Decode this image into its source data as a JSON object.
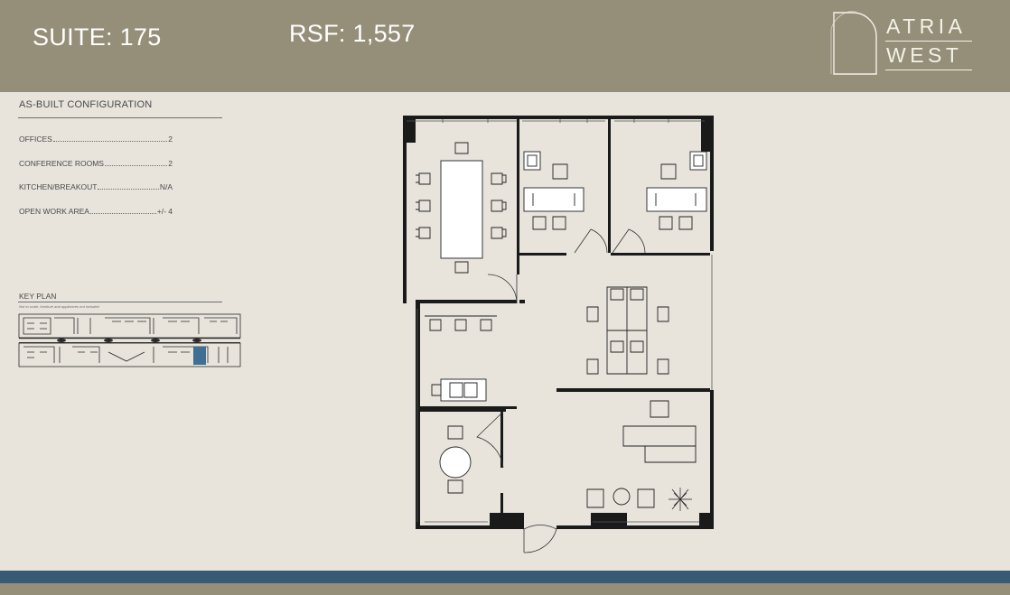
{
  "header": {
    "suite_label": "SUITE: 175",
    "rsf_label": "RSF: 1,557",
    "logo": {
      "line1": "ATRIA",
      "line2": "WEST",
      "icon": "atria-arch-logo-icon"
    }
  },
  "config": {
    "heading": "AS-BUILT CONFIGURATION",
    "rows": [
      {
        "label": "OFFICES",
        "value": "2"
      },
      {
        "label": "CONFERENCE ROOMS",
        "value": "2"
      },
      {
        "label": "KITCHEN/BREAKOUT ",
        "value": "N/A"
      },
      {
        "label": "OPEN WORK AREA",
        "value": "+/- 4"
      }
    ]
  },
  "key_plan": {
    "heading": "KEY PLAN",
    "note": "Not to scale, furniture and appliances not included"
  },
  "colors": {
    "header_bg": "#958e78",
    "page_bg": "#e8e4dc",
    "accent_blue": "#395a75",
    "wall": "#1a1a1a",
    "highlight_suite": "#3f6f92"
  }
}
